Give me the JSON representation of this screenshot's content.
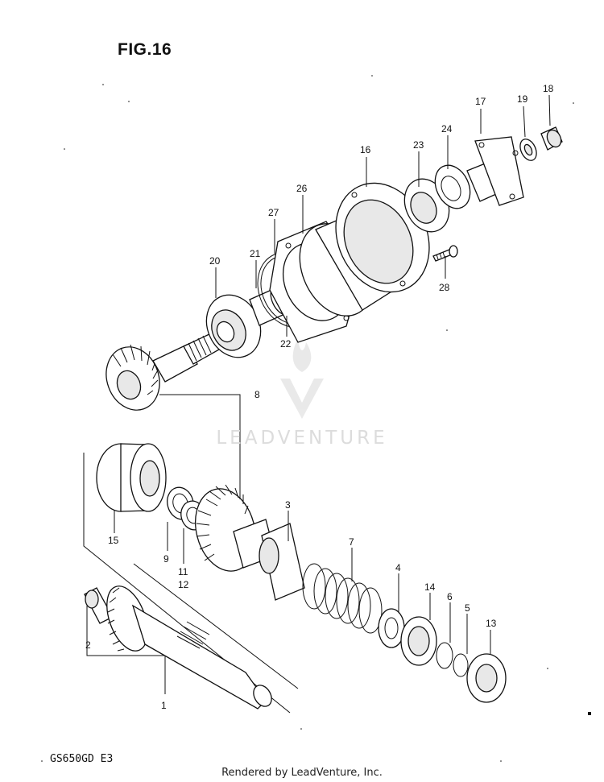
{
  "figure": {
    "title": "FIG.16",
    "model_code": "GS650GD E3",
    "footer": "Rendered by LeadVenture, Inc.",
    "watermark": "LEADVENTURE"
  },
  "callouts": [
    {
      "id": "1",
      "label": "1"
    },
    {
      "id": "2",
      "label": "2"
    },
    {
      "id": "3",
      "label": "3"
    },
    {
      "id": "4",
      "label": "4"
    },
    {
      "id": "5",
      "label": "5"
    },
    {
      "id": "6",
      "label": "6"
    },
    {
      "id": "7",
      "label": "7"
    },
    {
      "id": "8",
      "label": "8"
    },
    {
      "id": "9",
      "label": "9"
    },
    {
      "id": "11",
      "label": "11"
    },
    {
      "id": "12",
      "label": "12"
    },
    {
      "id": "13",
      "label": "13"
    },
    {
      "id": "14",
      "label": "14"
    },
    {
      "id": "15",
      "label": "15"
    },
    {
      "id": "16",
      "label": "16"
    },
    {
      "id": "17",
      "label": "17"
    },
    {
      "id": "18",
      "label": "18"
    },
    {
      "id": "19",
      "label": "19"
    },
    {
      "id": "20",
      "label": "20"
    },
    {
      "id": "21",
      "label": "21"
    },
    {
      "id": "22",
      "label": "22"
    },
    {
      "id": "23",
      "label": "23"
    },
    {
      "id": "24",
      "label": "24"
    },
    {
      "id": "26",
      "label": "26"
    },
    {
      "id": "27",
      "label": "27"
    },
    {
      "id": "28",
      "label": "28"
    }
  ]
}
